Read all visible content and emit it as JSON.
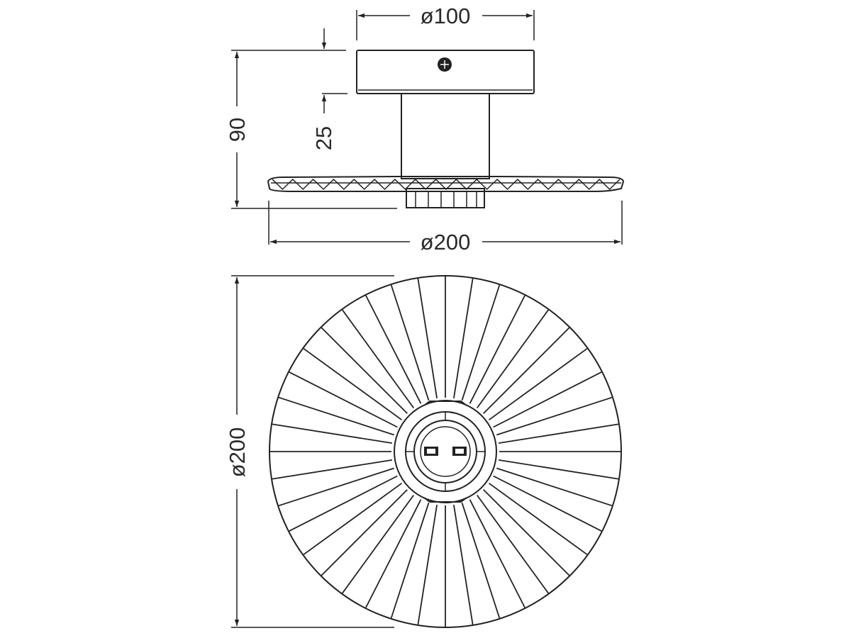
{
  "dimensions": {
    "top_diameter": "ø100",
    "total_height": "90",
    "base_height": "25",
    "shade_diameter_side": "ø200",
    "shade_diameter_front": "ø200"
  },
  "shade": {
    "rib_count": 40
  }
}
